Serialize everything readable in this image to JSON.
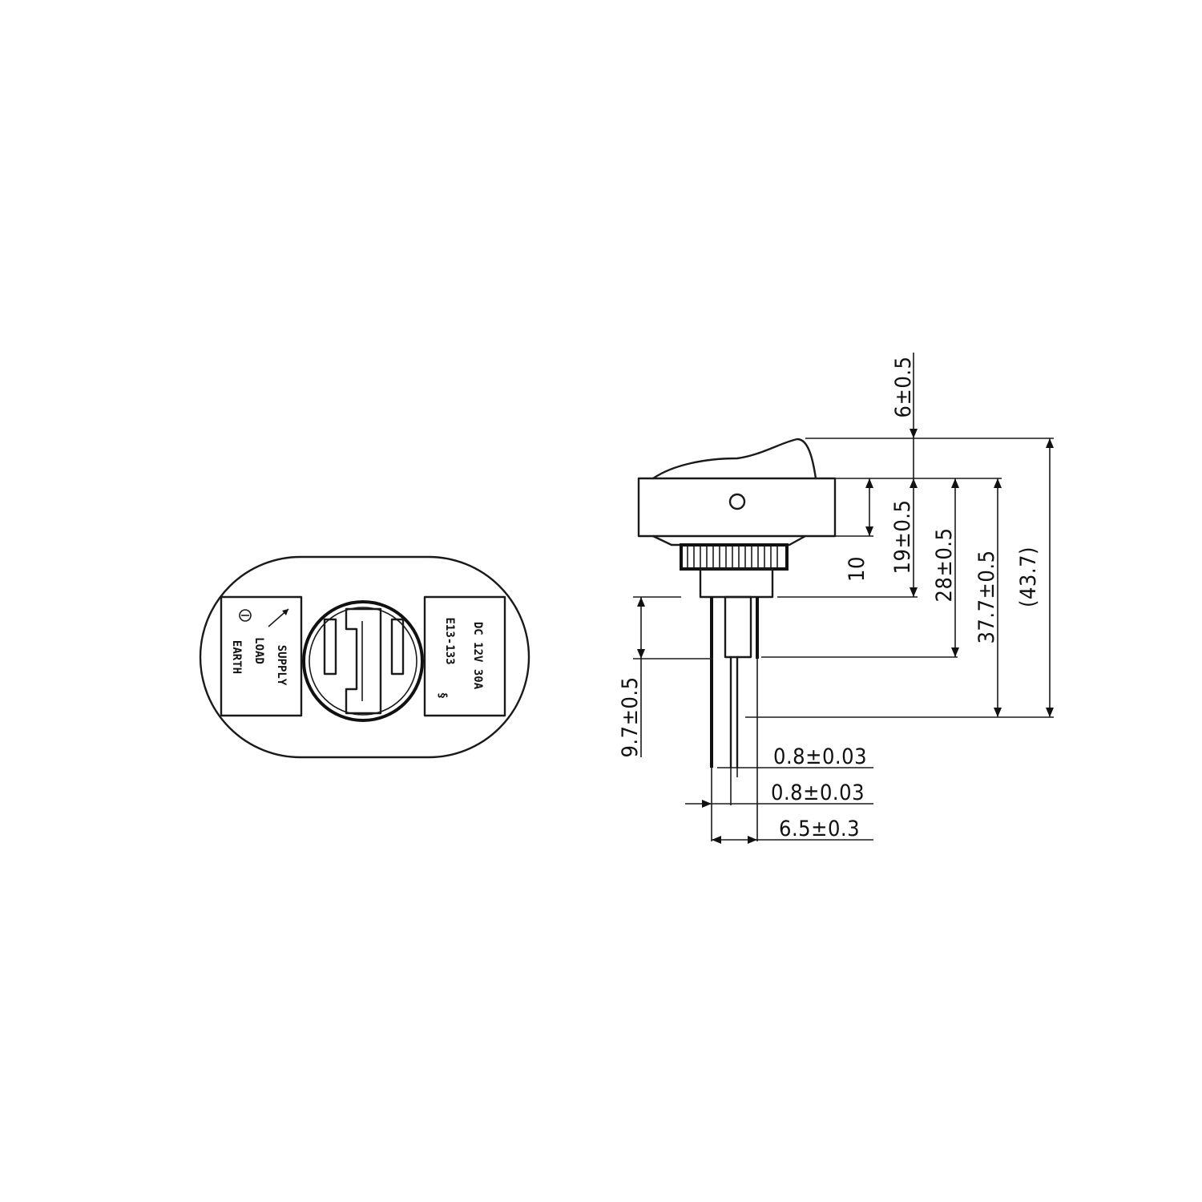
{
  "back_view": {
    "left_panel": {
      "earth": "EARTH",
      "load": "LOAD",
      "supply": "SUPPLY"
    },
    "right_panel": {
      "model": "E13-133",
      "rating": "DC 12V 30A"
    }
  },
  "side_view": {
    "dimensions": {
      "d_6": "6±0.5",
      "d_10": "10",
      "d_19": "19±0.5",
      "d_28": "28±0.5",
      "d_37_7": "37.7±0.5",
      "d_43_7": "(43.7)",
      "d_9_7": "9.7±0.5",
      "d_pin_1": "0.8±0.03",
      "d_pin_2": "0.8±0.03",
      "d_6_5": "6.5±0.3"
    }
  },
  "colors": {
    "ink": "#111111",
    "paper": "#ffffff"
  }
}
